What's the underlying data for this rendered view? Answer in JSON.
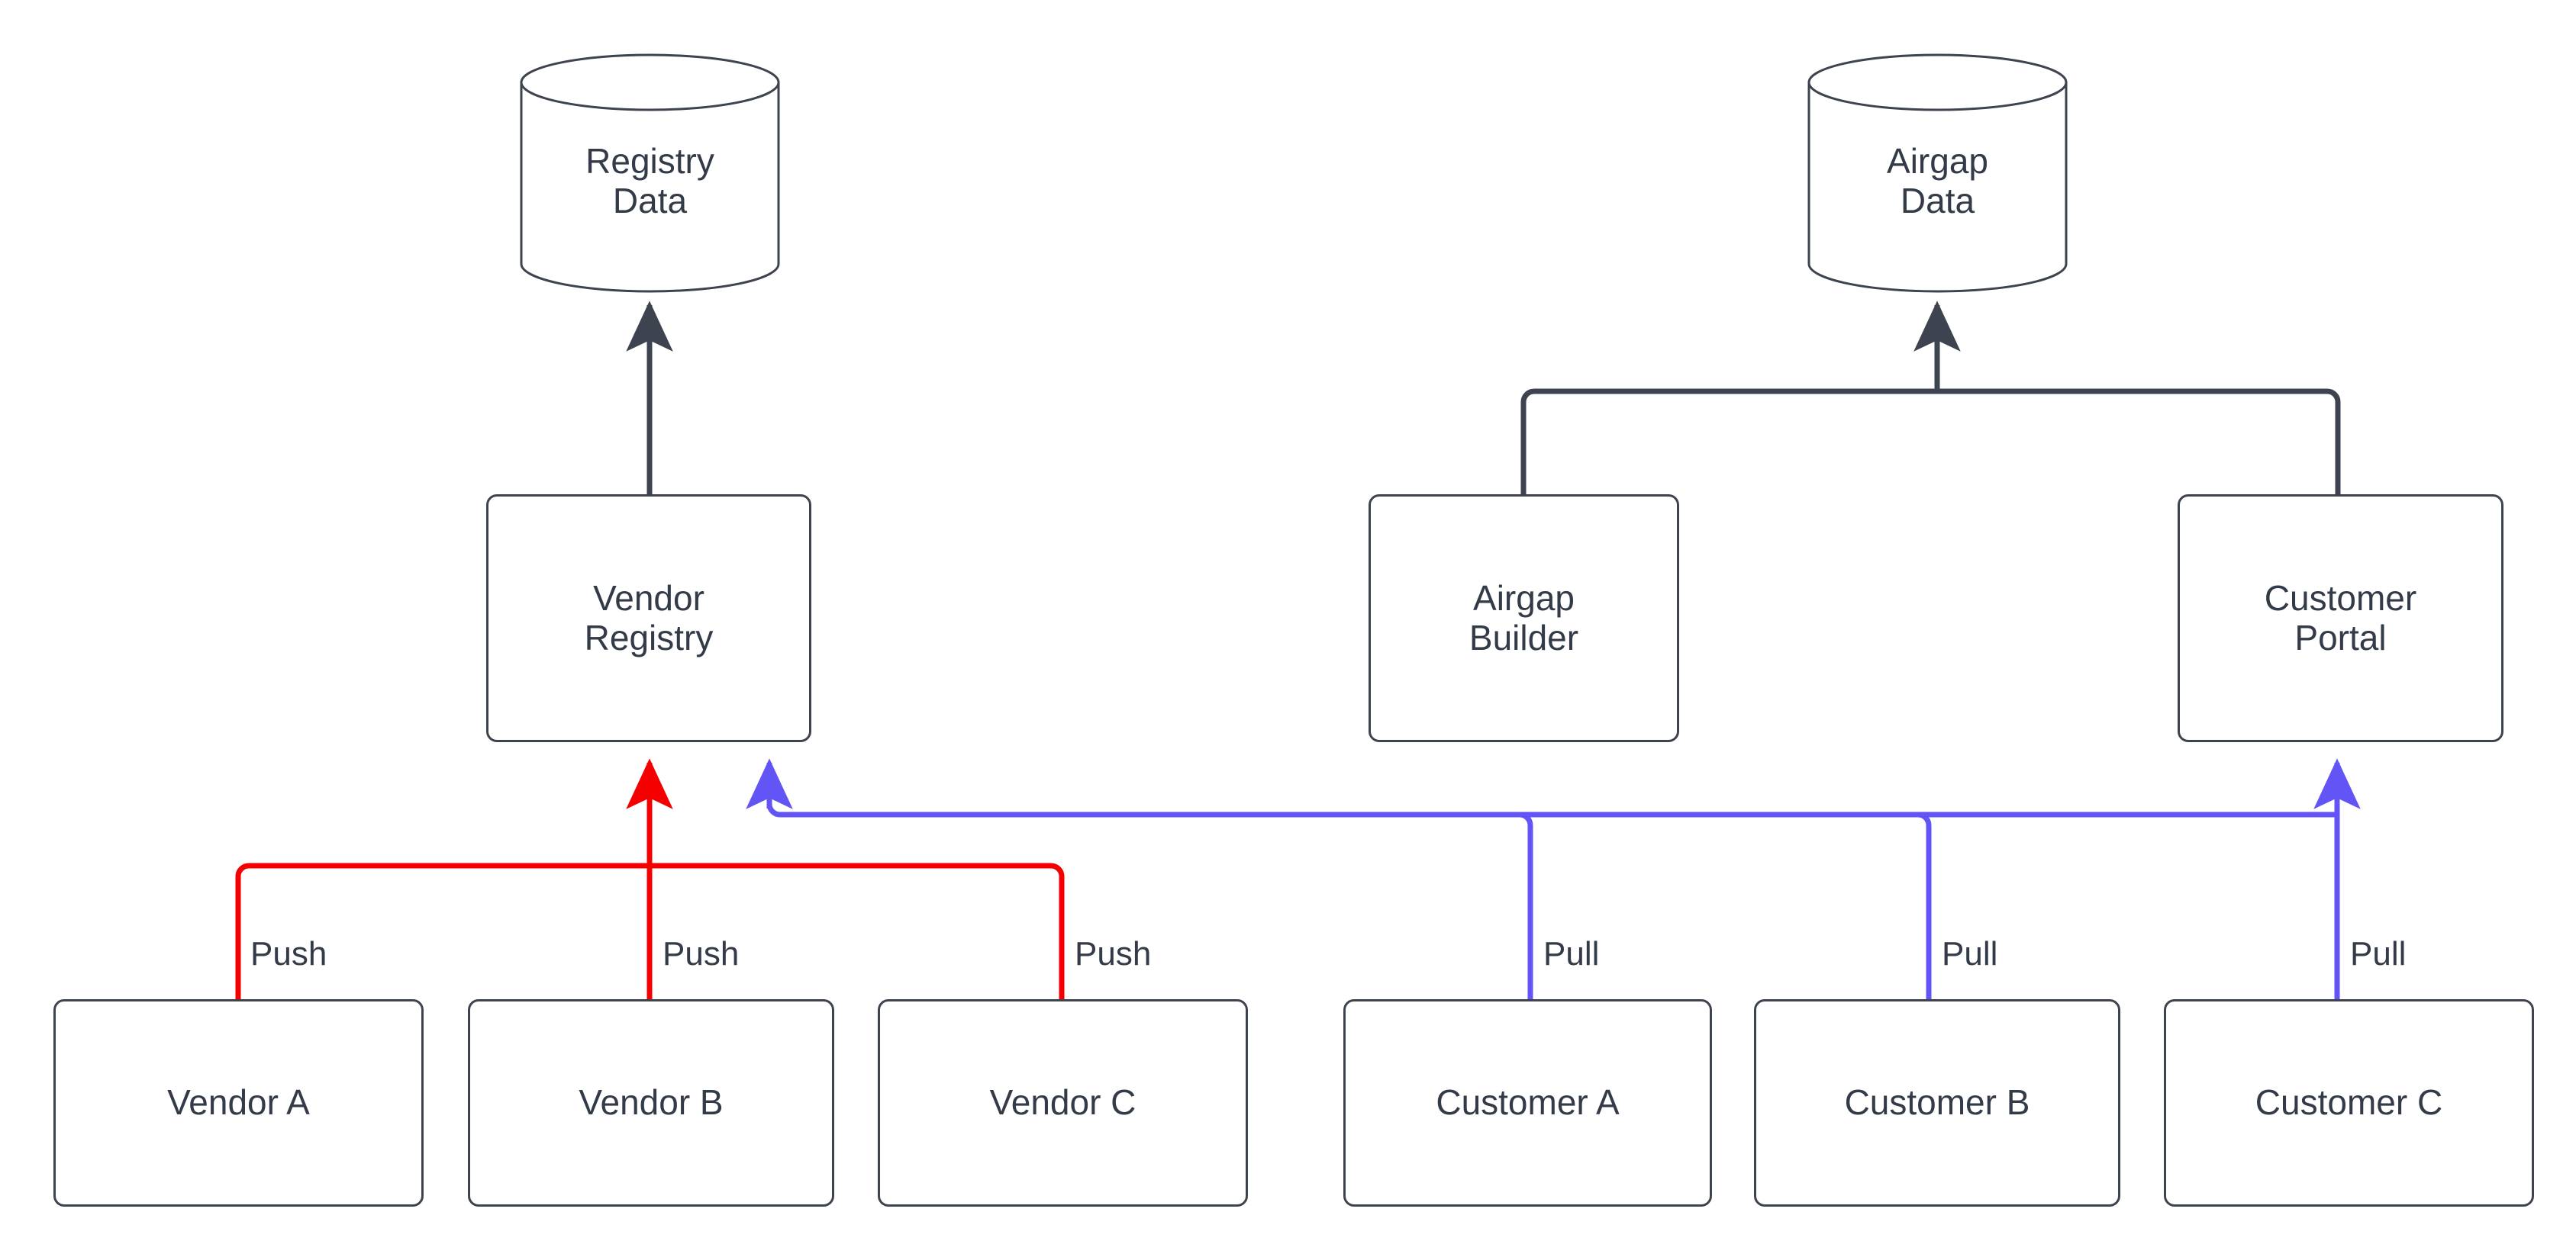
{
  "diagram": {
    "type": "flowchart",
    "background": "#ffffff",
    "stroke_color": "#3D4450",
    "text_color": "#333B48",
    "push_color": "#F50000",
    "pull_color": "#6355F5"
  },
  "datastores": [
    {
      "id": "registry-data",
      "line1": "Registry",
      "line2": "Data"
    },
    {
      "id": "airgap-data",
      "line1": "Airgap",
      "line2": "Data"
    }
  ],
  "services": [
    {
      "id": "vendor-registry",
      "line1": "Vendor",
      "line2": "Registry"
    },
    {
      "id": "airgap-builder",
      "line1": "Airgap",
      "line2": "Builder"
    },
    {
      "id": "customer-portal",
      "line1": "Customer",
      "line2": "Portal"
    }
  ],
  "vendors": [
    {
      "id": "vendor-a",
      "label": "Vendor A",
      "edge_label": "Push"
    },
    {
      "id": "vendor-b",
      "label": "Vendor B",
      "edge_label": "Push"
    },
    {
      "id": "vendor-c",
      "label": "Vendor C",
      "edge_label": "Push"
    }
  ],
  "customers": [
    {
      "id": "customer-a",
      "label": "Customer A",
      "edge_label": "Pull"
    },
    {
      "id": "customer-b",
      "label": "Customer B",
      "edge_label": "Pull"
    },
    {
      "id": "customer-c",
      "label": "Customer C",
      "edge_label": "Pull"
    }
  ],
  "edges": [
    {
      "from": "vendor-registry",
      "to": "registry-data",
      "label": "",
      "color": "#3D4450"
    },
    {
      "from": "airgap-builder",
      "to": "airgap-data",
      "label": "",
      "color": "#3D4450"
    },
    {
      "from": "customer-portal",
      "to": "airgap-data",
      "label": "",
      "color": "#3D4450"
    },
    {
      "from": "vendor-a",
      "to": "vendor-registry",
      "label": "Push",
      "color": "#F50000"
    },
    {
      "from": "vendor-b",
      "to": "vendor-registry",
      "label": "Push",
      "color": "#F50000"
    },
    {
      "from": "vendor-c",
      "to": "vendor-registry",
      "label": "Push",
      "color": "#F50000"
    },
    {
      "from": "customer-a",
      "to": "vendor-registry",
      "label": "Pull",
      "color": "#6355F5"
    },
    {
      "from": "customer-a",
      "to": "customer-portal",
      "label": "Pull",
      "color": "#6355F5"
    },
    {
      "from": "customer-b",
      "to": "vendor-registry",
      "label": "Pull",
      "color": "#6355F5"
    },
    {
      "from": "customer-b",
      "to": "customer-portal",
      "label": "Pull",
      "color": "#6355F5"
    },
    {
      "from": "customer-c",
      "to": "vendor-registry",
      "label": "Pull",
      "color": "#6355F5"
    },
    {
      "from": "customer-c",
      "to": "customer-portal",
      "label": "Pull",
      "color": "#6355F5"
    }
  ]
}
